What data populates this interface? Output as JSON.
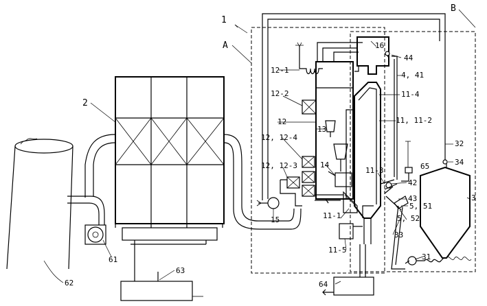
{
  "labels": {
    "n1": "1",
    "nA": "A",
    "nB": "B",
    "n2": "2",
    "n3": "3",
    "n12_1": "12-1",
    "n12_2": "12-2",
    "n12": "12",
    "n12_4": "12, 12-4",
    "n12_3": "12, 12-3",
    "n13": "13",
    "n14": "14",
    "n15": "15",
    "n16": "16",
    "n44": "44",
    "n4_41": "4, 41",
    "n11_4": "11-4",
    "n11_2": "11, 11-2",
    "n11_3": "11-3",
    "n11_1": "11-1",
    "n11_5": "11-5",
    "n42": "42",
    "n43": "43",
    "n5_51": "5, 51",
    "n5_52": "5, 52",
    "n33": "33",
    "n31": "31",
    "n32": "32",
    "n34": "34",
    "n65": "65",
    "n61": "61",
    "n62": "62",
    "n63": "63",
    "n64": "64"
  }
}
